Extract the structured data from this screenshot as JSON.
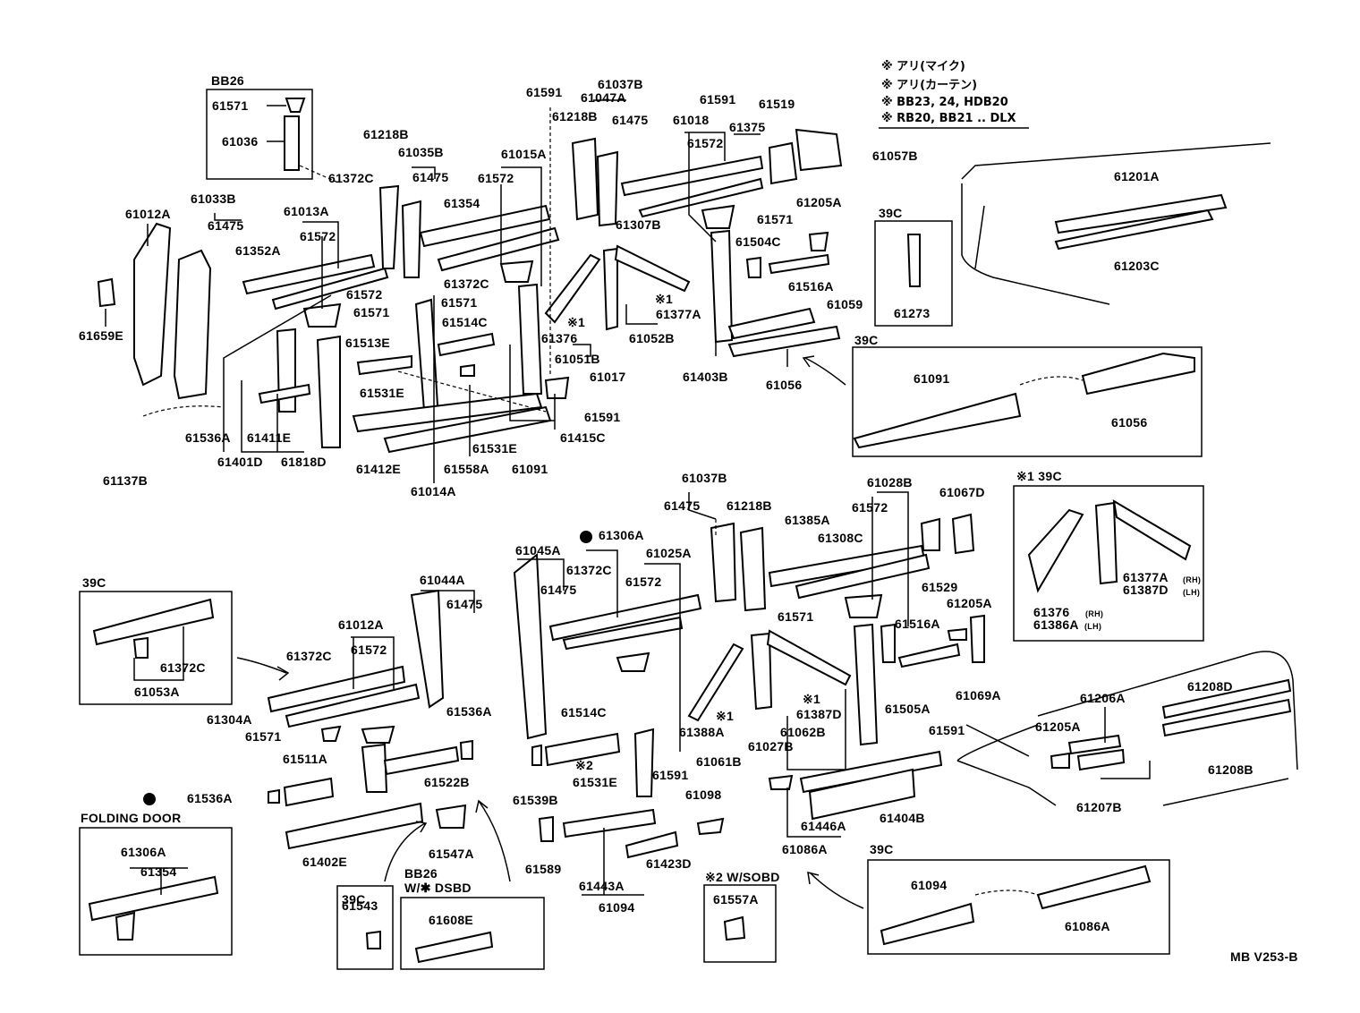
{
  "notes": {
    "l1": "※ アリ(マイク)",
    "l2": "※ アリ(カーテン)",
    "l3": "※ BB23, 24, HDB20",
    "l4": "※ RB20, BB21 .. DLX"
  },
  "boxes": {
    "bb26_top": "BB26",
    "c39_a": "39C",
    "c39_b": "39C",
    "note1": "※1  39C",
    "c39_c": "39C",
    "folding": "FOLDING DOOR",
    "c39_d": "39C",
    "bb26_dsbd": "BB26\nW/✱ DSBD",
    "sobd": "※2 W/SOBD",
    "c39_e": "39C"
  },
  "labels": [
    "61571",
    "61036",
    "61012A",
    "61033B",
    "61475",
    "61659E",
    "61352A",
    "61013A",
    "61572",
    "61372C",
    "61218B",
    "61035B",
    "61475",
    "61354",
    "61572",
    "61015A",
    "61591",
    "61047A",
    "61037B",
    "61218B",
    "61475",
    "61307B",
    "61018",
    "61572",
    "61375",
    "61591",
    "61519",
    "61057B",
    "61205A",
    "61571",
    "61504C",
    "61516A",
    "61059",
    "61273",
    "61201A",
    "61203C",
    "61372C",
    "61572",
    "61571",
    "61571",
    "61514C",
    "61513E",
    "61531E",
    "61536A",
    "61411E",
    "61401D",
    "61818D",
    "61137B",
    "61412E",
    "61014A",
    "61558A",
    "61531E",
    "61091",
    "61415C",
    "61591",
    "61376",
    "61051B",
    "61017",
    "61377A",
    "61052B",
    "61403B",
    "61056",
    "61091",
    "61056",
    "61037B",
    "61475",
    "61218B",
    "61306A",
    "61045A",
    "61372C",
    "61475",
    "61044A",
    "61475",
    "61025A",
    "61572",
    "61385A",
    "61308C",
    "61572",
    "61028B",
    "61067D",
    "61529",
    "61205A",
    "61516A",
    "61571",
    "61012A",
    "61572",
    "61372C",
    "61304A",
    "61571",
    "61536A",
    "61514C",
    "61531E",
    "61539B",
    "61511A",
    "61522B",
    "61536A",
    "61591",
    "61388A",
    "61061B",
    "61027B",
    "61387D",
    "61062B",
    "61505A",
    "61591",
    "61069A",
    "61543",
    "61547A",
    "61402E",
    "61098",
    "61589",
    "61443A",
    "61094",
    "61423D",
    "61557A",
    "61608E",
    "61306A",
    "61354",
    "61372C",
    "61053A",
    "61086A",
    "61446A",
    "61404B",
    "61094",
    "61086A",
    "61376",
    "61386A",
    "61377A",
    "61387D",
    "61205A",
    "61206A",
    "61208D",
    "61207B",
    "61208B",
    "MB V253-B"
  ],
  "marks": {
    "rh": "(RH)",
    "lh": "(LH)",
    "star1": "※1",
    "star2": "※2"
  }
}
